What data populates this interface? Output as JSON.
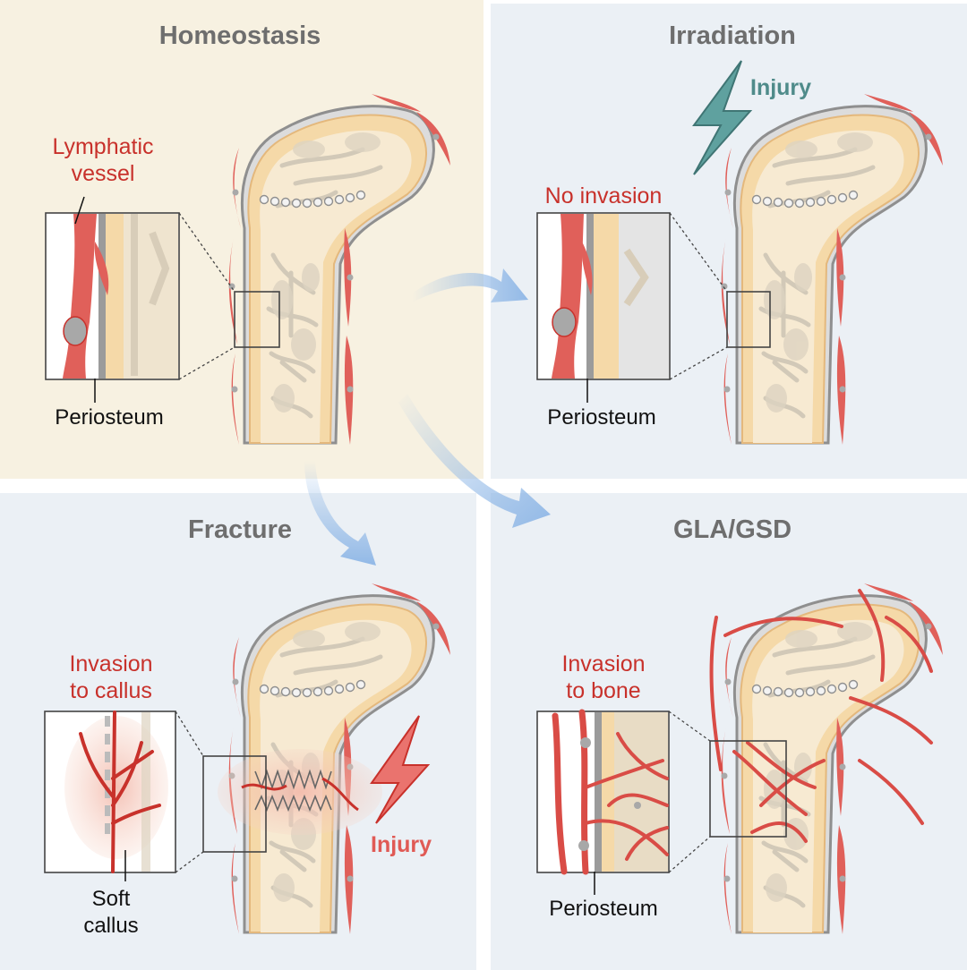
{
  "panels": {
    "homeostasis": {
      "title": "Homeostasis",
      "label_top_line1": "Lymphatic",
      "label_top_line2": "vessel",
      "label_bottom": "Periosteum"
    },
    "irradiation": {
      "title": "Irradiation",
      "injury_label": "Injury",
      "label_top": "No invasion",
      "label_bottom": "Periosteum"
    },
    "fracture": {
      "title": "Fracture",
      "injury_label": "Injury",
      "label_top_line1": "Invasion",
      "label_top_line2": "to callus",
      "label_bottom_line1": "Soft",
      "label_bottom_line2": "callus"
    },
    "gla_gsd": {
      "title": "GLA/GSD",
      "label_top_line1": "Invasion",
      "label_top_line2": "to bone",
      "label_bottom": "Periosteum"
    }
  },
  "colors": {
    "homeostasis_bg": "#f7f1e1",
    "panel_bg": "#ebf0f5",
    "bone_fill": "#f8e3bd",
    "bone_outline": "#e8bf85",
    "periosteum": "#9b9b9b",
    "vessel": "#e0605a",
    "vessel_dark": "#c8312b",
    "trabecula": "#d5cdbf",
    "arrow": "#8db6e6",
    "irradiation_bolt": "#4f8b8a",
    "fracture_bolt": "#e05a55"
  }
}
